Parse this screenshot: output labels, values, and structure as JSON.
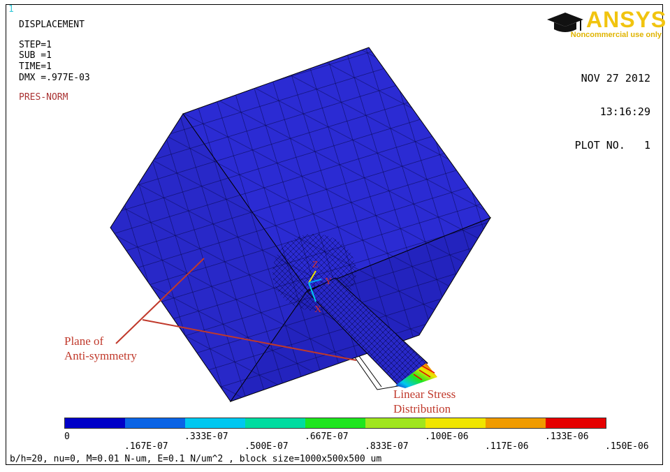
{
  "window_number": "1",
  "header": {
    "title": "DISPLACEMENT",
    "step": "STEP=1",
    "sub": "SUB =1",
    "time": "TIME=1",
    "dmx": "DMX =.977E-03",
    "mode": "PRES-NORM"
  },
  "logo": {
    "text": "ANSYS",
    "subtitle": "Noncommercial use only",
    "icon": "graduation-cap-icon"
  },
  "date_block": {
    "date": "NOV 27 2012",
    "time": "13:16:29",
    "plot_no": "PLOT NO.   1"
  },
  "annotations": {
    "plane": "Plane of\nAnti-symmetry",
    "stress": "Linear Stress\nDistribution"
  },
  "axes": {
    "x": "X",
    "y": "Y",
    "z": "Z"
  },
  "legend": {
    "colors": [
      "#0000c8",
      "#0a64e6",
      "#00c8f0",
      "#00dca0",
      "#1ee61e",
      "#a0e61e",
      "#f0e600",
      "#f09b00",
      "#e60000"
    ],
    "ticks_top": [
      "0",
      ".333E-07",
      ".667E-07",
      ".100E-06",
      ".133E-06"
    ],
    "ticks_bottom": [
      ".167E-07",
      ".500E-07",
      ".833E-07",
      ".117E-06",
      ".150E-06"
    ]
  },
  "footer": "b/h=20, nu=0, M=0.01 N-um, E=0.1 N/um^2 , block size=1000x500x500 um"
}
